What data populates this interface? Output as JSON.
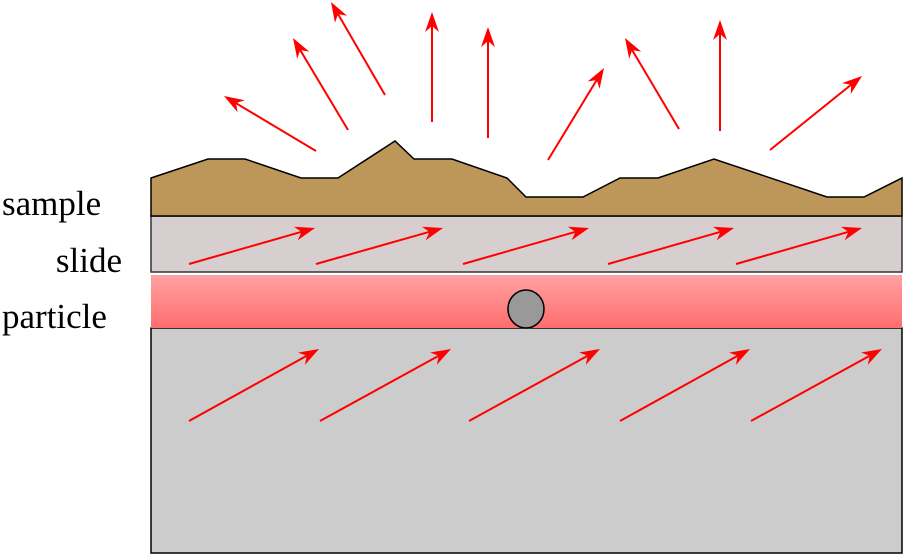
{
  "labels": {
    "sample": "sample",
    "slide": "slide",
    "particle": "particle"
  },
  "colors": {
    "sample": "#bd9759",
    "slide": "#d7cfcf",
    "particle_layer_top": "#ffa3a3",
    "particle_layer_bottom": "#ff6d6d",
    "substrate": "#cccccc",
    "particle": "#999999",
    "arrow": "#ff0000"
  }
}
